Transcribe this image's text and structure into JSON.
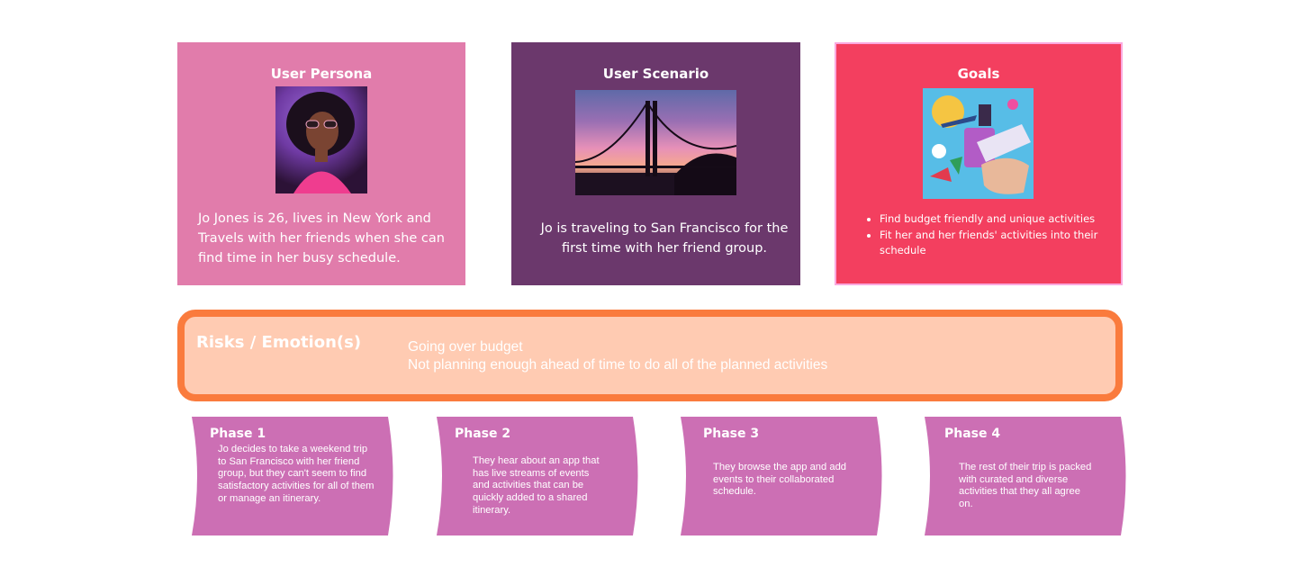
{
  "colors": {
    "persona_bg": "#e17cab",
    "scenario_bg": "#6b386c",
    "goals_bg": "#f33f5f",
    "risks_bg": "#ffcbb2",
    "risks_border": "#fa7b3d",
    "phase_bg": "#cc6fb4"
  },
  "persona": {
    "title": "User Persona",
    "image": "woman-with-sunglasses-photo",
    "text": "Jo Jones is 26, lives in New York and Travels with her friends when she can find time in her busy schedule."
  },
  "scenario": {
    "title": "User Scenario",
    "image": "golden-gate-bridge-sunset-photo",
    "text": "Jo is traveling to San Francisco for the first time with her friend group."
  },
  "goals": {
    "title": "Goals",
    "image": "travel-collage-illustration",
    "items": [
      "Find budget friendly and unique activities",
      "Fit her and her friends' activities into their schedule"
    ]
  },
  "risks": {
    "title": "Risks / Emotion(s)",
    "lines": [
      "Going over budget",
      "Not planning enough ahead of time to do all of the planned activities"
    ]
  },
  "phases": [
    {
      "title": "Phase 1",
      "text": "Jo decides to take a weekend trip to San Francisco with her friend group, but they can't seem to find satisfactory activities for all of them or manage an itinerary."
    },
    {
      "title": "Phase 2",
      "text": "They hear about an app that has live streams of events and activities that can be quickly added to a shared itinerary."
    },
    {
      "title": "Phase 3",
      "text": "They browse the app and add events to their collaborated schedule."
    },
    {
      "title": "Phase 4",
      "text": "The rest of their trip is packed with curated and diverse activities that they all agree on."
    }
  ]
}
